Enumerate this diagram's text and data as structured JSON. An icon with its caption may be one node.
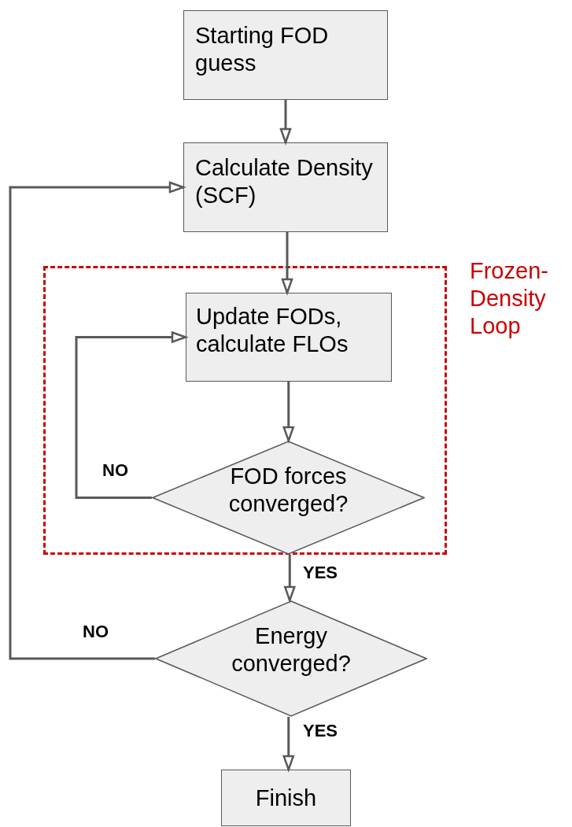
{
  "diagram": {
    "nodes": [
      {
        "text": [
          "Starting FOD guess"
        ]
      },
      {
        "text": [
          "Calculate Density (SCF)"
        ]
      },
      {
        "text": [
          "Frozen-Density Loop"
        ]
      },
      {
        "text": [
          "Update FODs, calculate FLOs"
        ],
        "in": 2
      },
      {
        "text": [
          "FOD forces converged?"
        ],
        "in": 2
      },
      {
        "text": [
          "Energy converged?"
        ]
      },
      {
        "text": [
          "Finish"
        ]
      }
    ],
    "edges": [
      {
        "from": 0,
        "to": 1,
        "arrow": "to"
      },
      {
        "from": 1,
        "to": 3,
        "arrow": "to"
      },
      {
        "from": 3,
        "to": 4,
        "arrow": "to"
      },
      {
        "from": 4,
        "to": 3,
        "arrow": "to",
        "label": "NO"
      },
      {
        "from": 4,
        "to": 5,
        "arrow": "to",
        "label": "YES"
      },
      {
        "from": 5,
        "to": 1,
        "arrow": "to",
        "label": "NO"
      },
      {
        "from": 5,
        "to": 6,
        "arrow": "to",
        "label": "YES"
      }
    ]
  }
}
